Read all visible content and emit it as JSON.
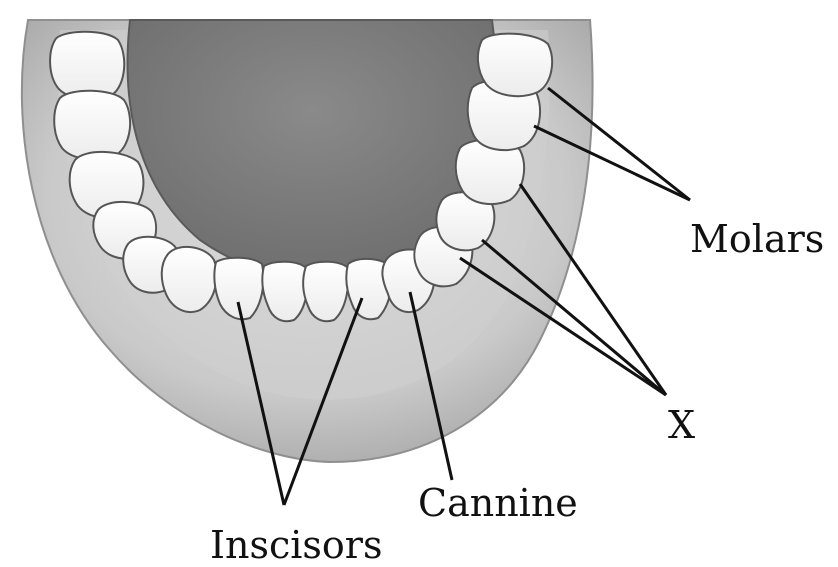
{
  "labels": {
    "molars": "Molars",
    "x": "X",
    "canine": "Cannine",
    "incisors": "Inscisors"
  },
  "colors": {
    "gum_outer": "#bdbdbd",
    "gum_inner": "#d9d9d9",
    "gum_shadow": "#9a9a9a",
    "tongue": "#7d7d7d",
    "tongue_dark": "#6a6a6a",
    "tooth": "#fbfbfb",
    "tooth_edge": "#555555",
    "leader": "#111111"
  }
}
